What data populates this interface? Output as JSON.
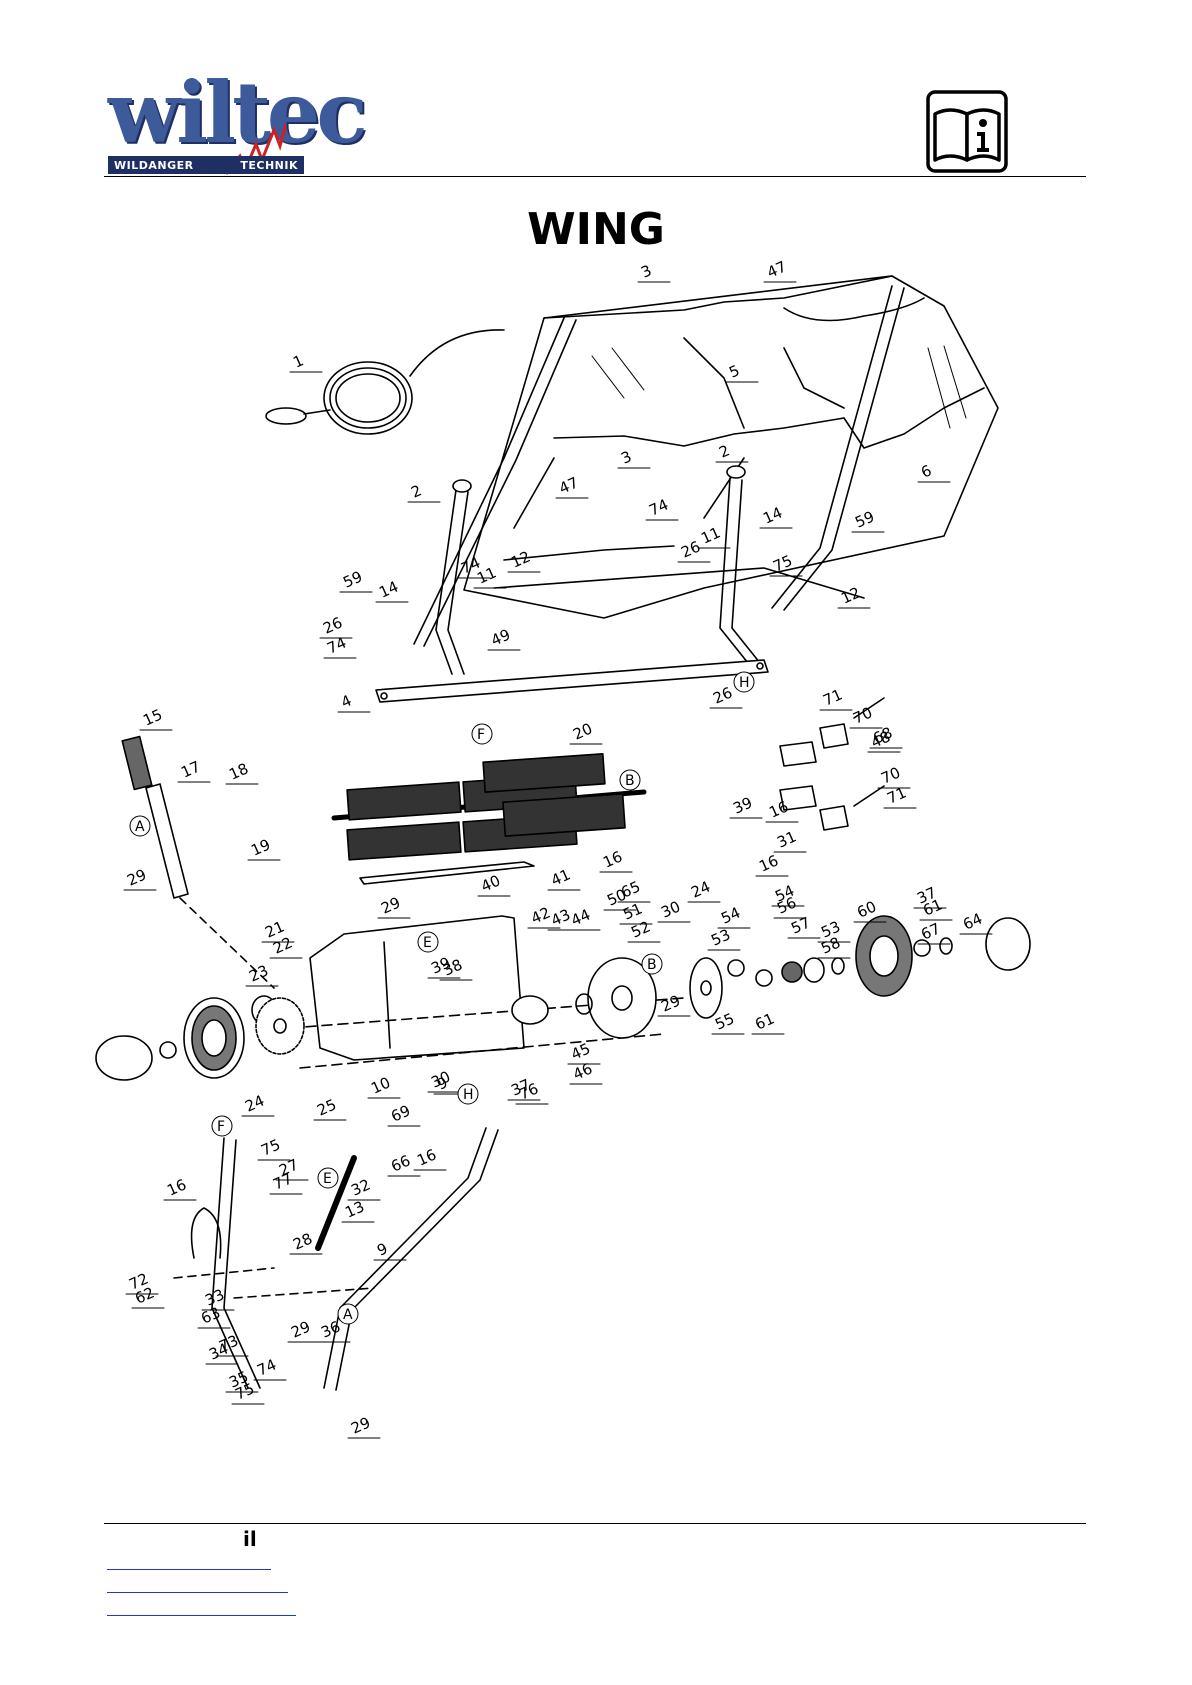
{
  "header": {
    "logo": {
      "word": "wiltec",
      "left_caption": "WILDANGER",
      "right_caption": "TECHNIK"
    },
    "icon": "read-manual-icon"
  },
  "title": "WING",
  "drawing": {
    "label_color": "#000000",
    "part_labels": [
      "1",
      "2",
      "2",
      "3",
      "3",
      "4",
      "5",
      "6",
      "9",
      "9",
      "10",
      "11",
      "11",
      "12",
      "12",
      "13",
      "14",
      "14",
      "15",
      "16",
      "16",
      "16",
      "16",
      "16",
      "17",
      "18",
      "19",
      "20",
      "21",
      "22",
      "23",
      "24",
      "24",
      "25",
      "26",
      "26",
      "26",
      "27",
      "28",
      "29",
      "29",
      "29",
      "29",
      "29",
      "30",
      "30",
      "31",
      "32",
      "33",
      "34",
      "35",
      "36",
      "37",
      "37",
      "38",
      "39",
      "39",
      "40",
      "41",
      "42",
      "43",
      "44",
      "45",
      "46",
      "47",
      "47",
      "48",
      "49",
      "50",
      "51",
      "52",
      "53",
      "53",
      "54",
      "54",
      "55",
      "56",
      "57",
      "58",
      "59",
      "59",
      "60",
      "61",
      "61",
      "62",
      "63",
      "64",
      "65",
      "66",
      "67",
      "68",
      "69",
      "70",
      "70",
      "71",
      "71",
      "72",
      "73",
      "74",
      "74",
      "74",
      "74",
      "75",
      "75",
      "75",
      "76",
      "77"
    ],
    "reference_letters": [
      "A",
      "A",
      "B",
      "B",
      "E",
      "E",
      "F",
      "F",
      "H",
      "H"
    ]
  },
  "footer": {
    "text": "il",
    "link_color": "#2436c8"
  }
}
